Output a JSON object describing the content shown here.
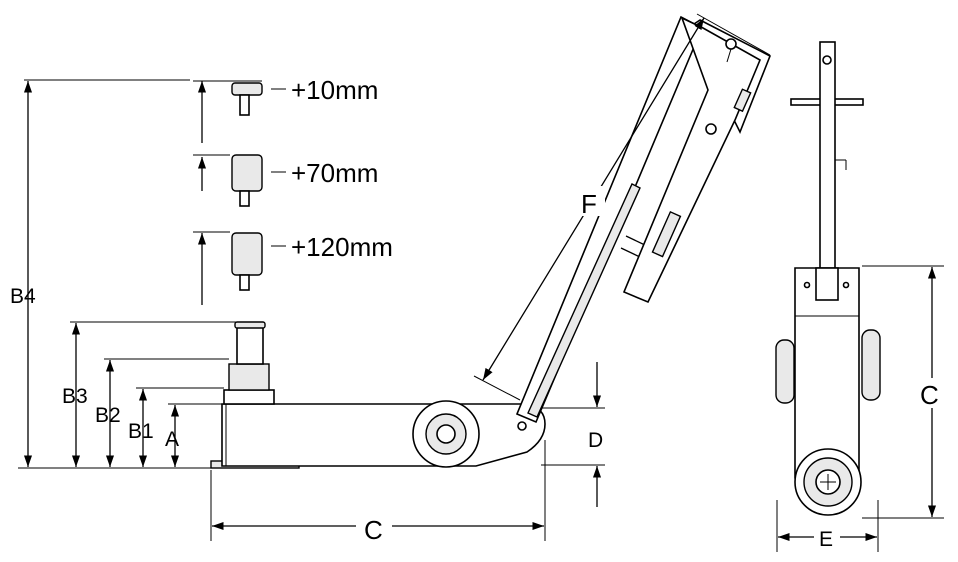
{
  "labels": {
    "adapter_small": "+10mm",
    "adapter_medium": "+70mm",
    "adapter_large": "+120mm",
    "B4": "B4",
    "B3": "B3",
    "B2": "B2",
    "B1": "B1",
    "A": "A",
    "D": "D",
    "C_side": "C",
    "F": "F",
    "C_end": "C",
    "E": "E"
  }
}
